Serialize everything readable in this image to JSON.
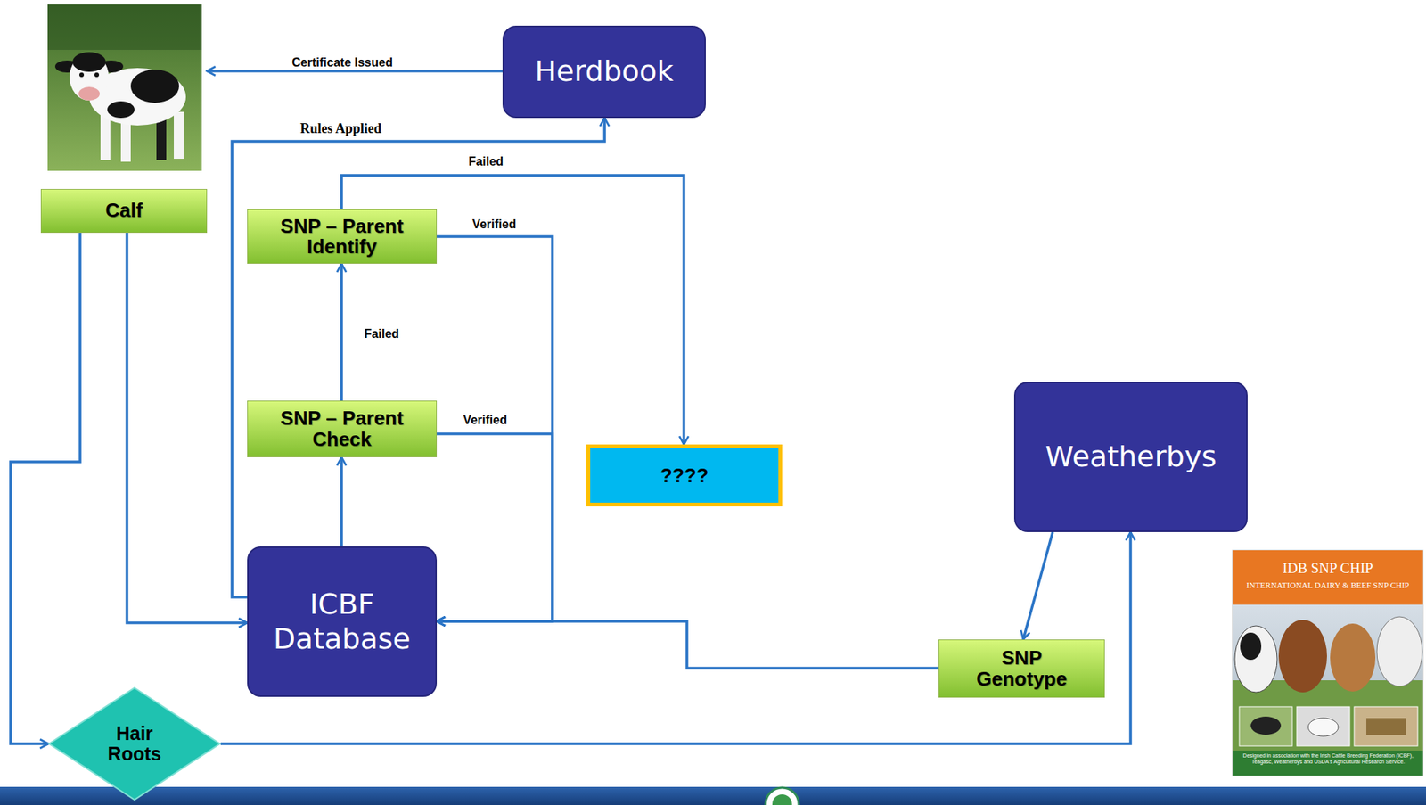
{
  "diagram": {
    "nodes": [
      {
        "text": [
          "Herdbook"
        ]
      },
      {
        "text": [
          "Calf"
        ]
      },
      {
        "text": [
          "SNP – Parent Identify"
        ]
      },
      {
        "text": [
          "SNP – Parent Check"
        ]
      },
      {
        "text": [
          "????"
        ]
      },
      {
        "text": [
          "Weatherbys"
        ]
      },
      {
        "text": [
          "ICBF Database"
        ]
      },
      {
        "text": [
          "SNP Genotype"
        ]
      },
      {
        "text": [
          "Hair Roots"
        ]
      }
    ],
    "edges": [
      {
        "from": 0,
        "to": 1,
        "arrow": "to",
        "label": "Certificate Issued"
      },
      {
        "from": 6,
        "to": 0,
        "arrow": "to",
        "label": "Rules Applied"
      },
      {
        "from": 2,
        "to": 4,
        "arrow": "to",
        "label": "Failed"
      },
      {
        "from": 2,
        "to": 6,
        "arrow": "to",
        "label": "Verified"
      },
      {
        "from": 3,
        "to": 2,
        "arrow": "to",
        "label": "Failed"
      },
      {
        "from": 3,
        "to": 6,
        "arrow": "to",
        "label": "Verified"
      },
      {
        "from": 6,
        "to": 3,
        "arrow": "to"
      },
      {
        "from": 1,
        "to": 6,
        "arrow": "to"
      },
      {
        "from": 1,
        "to": 8,
        "arrow": "to"
      },
      {
        "from": 8,
        "to": 5,
        "arrow": "to"
      },
      {
        "from": 5,
        "to": 7,
        "arrow": "to"
      },
      {
        "from": 7,
        "to": 6,
        "arrow": "to"
      }
    ],
    "labels": [
      "IDB SNP CHIP",
      "INTERNATIONAL DAIRY & BEEF SNP CHIP",
      "Designed in association with the Irish Cattle Breeding Federation (ICBF), Teagasc, Weatherbys and USDA's Agricultural Research Service."
    ]
  }
}
